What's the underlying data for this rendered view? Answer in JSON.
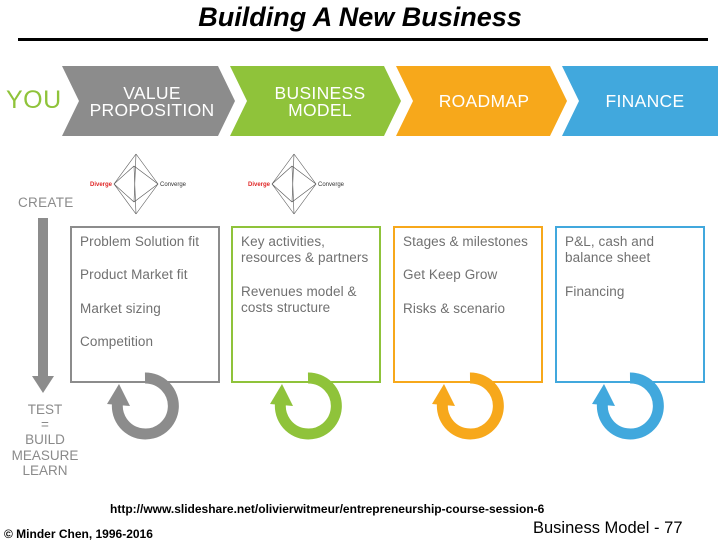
{
  "slide": {
    "title": "Building A New Business",
    "source_url": "http://www.slideshare.net/olivierwitmeur/entrepreneurship-course-session-6",
    "copyright": "© Minder Chen, 1996-2016",
    "page_label": "Business Model - 77"
  },
  "diagram": {
    "you_label": "YOU",
    "create_label": "CREATE",
    "test_label": "TEST\n=\nBUILD\nMEASURE\nLEARN",
    "icon_diverge": "Diverge",
    "icon_converge": "Converge",
    "phases": [
      {
        "title": "VALUE\nPROPOSITION",
        "color": "#8c8c8c",
        "items": [
          "Problem Solution fit",
          "Product Market fit",
          "Market sizing",
          "Competition"
        ]
      },
      {
        "title": "BUSINESS\nMODEL",
        "color": "#8fc33a",
        "items": [
          "Key activities,\nresources & partners",
          "Revenues model &\ncosts structure"
        ]
      },
      {
        "title": "ROADMAP",
        "color": "#f7a81b",
        "items": [
          "Stages & milestones",
          "Get Keep Grow",
          "Risks & scenario"
        ]
      },
      {
        "title": "FINANCE",
        "color": "#41a8dd",
        "items": [
          "P&L, cash and\nbalance sheet",
          "Financing"
        ]
      }
    ],
    "colors": {
      "grey": "#8c8c8c",
      "green": "#8fc33a",
      "orange": "#f7a81b",
      "blue": "#41a8dd",
      "light_text": "#8a8a8a"
    }
  }
}
